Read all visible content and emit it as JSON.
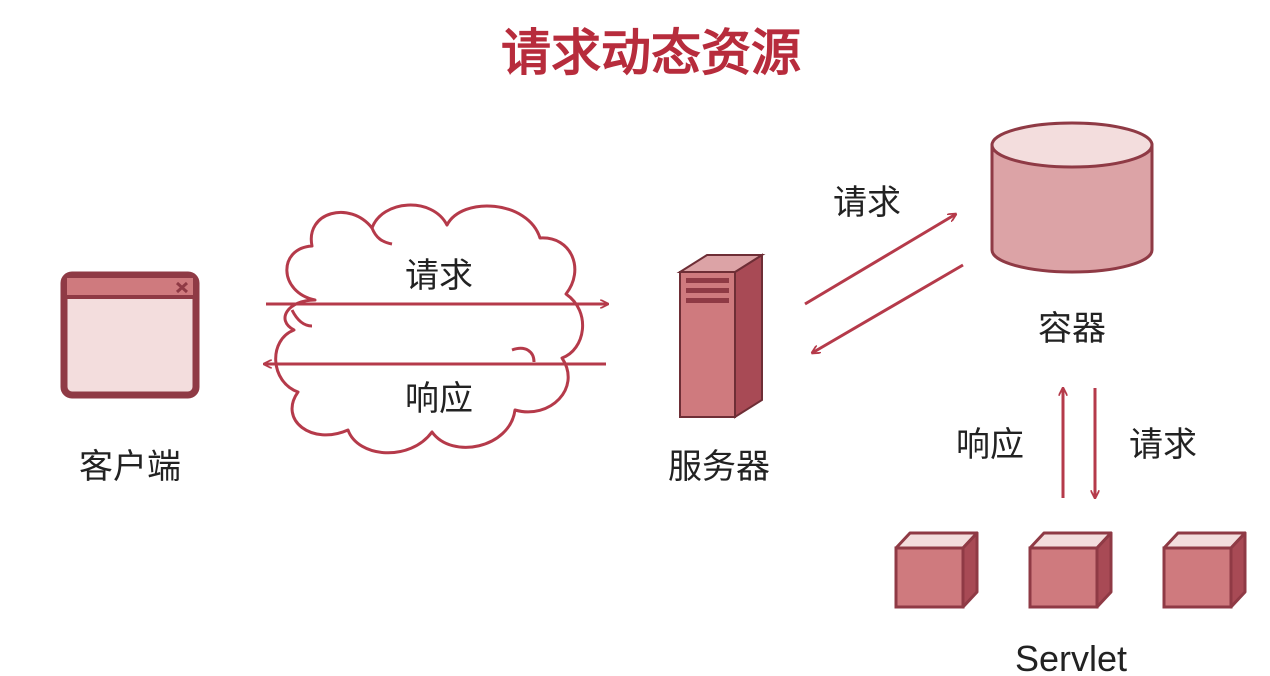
{
  "title": "请求动态资源",
  "nodes": {
    "client": "客户端",
    "server": "服务器",
    "container": "容器",
    "servlet": "Servlet"
  },
  "edges": {
    "cloud_request": "请求",
    "cloud_response": "响应",
    "server_container_request": "请求",
    "container_servlet_response": "响应",
    "container_servlet_request": "请求"
  },
  "colors": {
    "title": "#b72c3c",
    "stroke": "#8f3a45",
    "arrow": "#b53a4a",
    "fill_dark": "#cf7a7e",
    "fill_mid": "#dca3a6",
    "fill_light": "#f3dddd",
    "label": "#222222"
  }
}
